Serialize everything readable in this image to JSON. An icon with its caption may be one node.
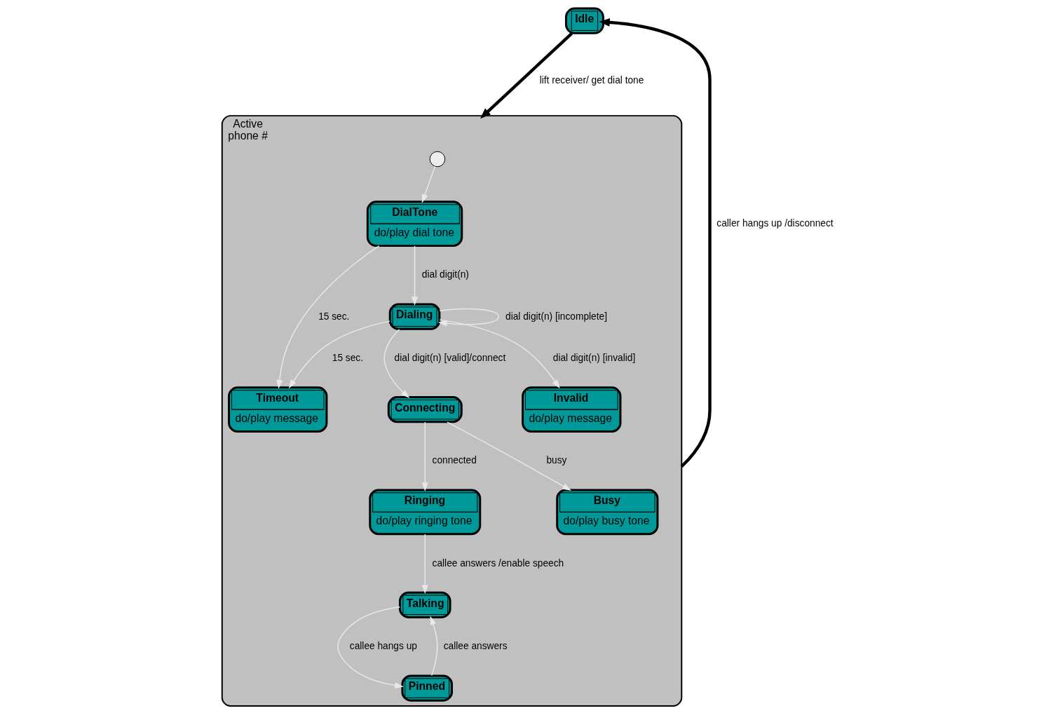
{
  "diagram": {
    "nodes": [
      {
        "text": [
          "Active",
          "phone #"
        ]
      },
      {
        "text": [
          "Idle"
        ]
      },
      {
        "text": [
          "Timeout",
          "do/play message"
        ],
        "in": 0
      },
      {
        "text": [
          "DialTone",
          "do/play dial tone"
        ],
        "in": 0
      },
      {
        "text": [
          "Dialing"
        ],
        "in": 0
      },
      {
        "text": [
          "Invalid",
          "do/play message"
        ],
        "in": 0
      },
      {
        "text": [],
        "shape": "circle",
        "in": 0
      },
      {
        "text": [
          "Connecting"
        ],
        "in": 0
      },
      {
        "text": [
          "Pinned"
        ],
        "in": 0
      },
      {
        "text": [
          "Busy",
          "do/play busy tone"
        ],
        "in": 0
      },
      {
        "text": [
          "Talking"
        ],
        "in": 0
      },
      {
        "text": [
          "Ringing",
          "do/play ringing tone"
        ],
        "in": 0
      }
    ],
    "edges": [
      {
        "from": 1,
        "to": 0,
        "arrow": "to",
        "label": "lift receiver/ get dial tone",
        "style": "thick",
        "color": "#000000"
      },
      {
        "from": 0,
        "to": 1,
        "arrow": "to",
        "label": "caller hangs up /disconnect",
        "style": "thick",
        "color": "#000000"
      },
      {
        "from": 6,
        "to": 3,
        "arrow": "to"
      },
      {
        "from": 3,
        "to": 2,
        "arrow": "to",
        "label": "15 sec."
      },
      {
        "from": 4,
        "to": 2,
        "arrow": "to",
        "label": "15 sec."
      },
      {
        "from": 3,
        "to": 4,
        "arrow": "to",
        "label": "dial digit(n)"
      },
      {
        "from": 4,
        "to": 4,
        "arrow": "to",
        "label": "dial digit(n) [incomplete]"
      },
      {
        "from": 4,
        "to": 5,
        "arrow": "to",
        "label": "dial digit(n) [invalid]"
      },
      {
        "from": 4,
        "to": 7,
        "arrow": "to",
        "label": "dial digit(n) [valid]/connect"
      },
      {
        "from": 7,
        "to": 9,
        "arrow": "to",
        "label": "busy"
      },
      {
        "from": 7,
        "to": 11,
        "arrow": "to",
        "label": "connected"
      },
      {
        "from": 11,
        "to": 10,
        "arrow": "to",
        "label": "callee answers /enable speech"
      },
      {
        "from": 8,
        "to": 10,
        "arrow": "to",
        "label": "callee answers"
      },
      {
        "from": 10,
        "to": 8,
        "arrow": "to",
        "label": "callee hangs up"
      }
    ]
  }
}
